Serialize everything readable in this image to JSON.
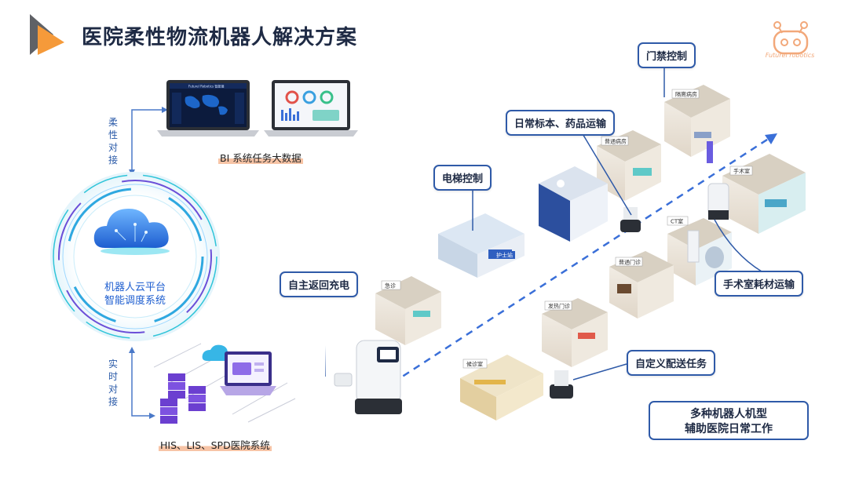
{
  "header": {
    "title": "医院柔性物流机器人解决方案",
    "brand_text": "Futurel robotics"
  },
  "left": {
    "flex_link_label": "柔性对接",
    "realtime_link_label": "实时对接",
    "bi_caption": "BI 系统任务大数据",
    "platform_line1": "机器人云平台",
    "platform_line2": "智能调度系统",
    "his_caption": "HIS、LIS、SPD医院系统",
    "laptop1_header": "Futurel Robotics 智能端"
  },
  "callouts": {
    "access_control": "门禁控制",
    "daily_transport": "日常标本、药品运输",
    "elevator_control": "电梯控制",
    "auto_charge": "自主返回充电",
    "or_supplies": "手术室耗材运输",
    "custom_delivery": "自定义配送任务"
  },
  "room_labels": {
    "isolation_ward": "隔离病房",
    "general_ward": "普通病房",
    "operating_room": "手术室",
    "ct_room": "CT室",
    "nurse_station": "护士站",
    "emergency": "急诊",
    "outpatient": "普通门诊",
    "fever_clinic": "发热门诊",
    "waiting_room": "候诊室"
  },
  "summary": {
    "line1": "多种机器人机型",
    "line2": "辅助医院日常工作"
  },
  "colors": {
    "accent_blue": "#2f5aa8",
    "highlight": "#f7c4a6",
    "logo_orange": "#f59a3a",
    "logo_gray": "#5a5a5a"
  }
}
